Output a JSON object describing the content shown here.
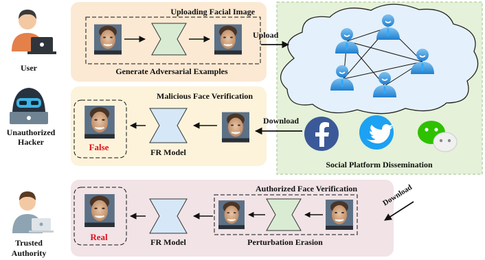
{
  "actors": {
    "user": "User",
    "hacker_line1": "Unauthorized",
    "hacker_line2": "Hacker",
    "authority_line1": "Trusted",
    "authority_line2": "Authority"
  },
  "top_panel": {
    "title": "Uploading Facial Image",
    "caption": "Generate Adversarial Examples",
    "upload_label": "Upload"
  },
  "middle_panel": {
    "title": "Malicious Face Verification",
    "model_label": "FR Model",
    "result": "False",
    "download_label": "Download"
  },
  "bottom_panel": {
    "title": "Authorized Face Verification",
    "model_label": "FR Model",
    "caption": "Perturbation Erasion",
    "result": "Real",
    "download_label": "Download"
  },
  "social": {
    "caption": "Social Platform Dissemination",
    "icons": [
      "facebook-icon",
      "twitter-icon",
      "wechat-icon"
    ]
  },
  "colors": {
    "top_panel_bg": "#fbe9d3",
    "middle_panel_bg": "#fdf3da",
    "bottom_panel_bg": "#f1e3e6",
    "social_bg": "#e5f1d8",
    "cloud_bg": "#e4f0fb",
    "model_fill": "#d6e8f7",
    "generator_fill": "#d9ecd3",
    "result_red": "#e0101a"
  }
}
